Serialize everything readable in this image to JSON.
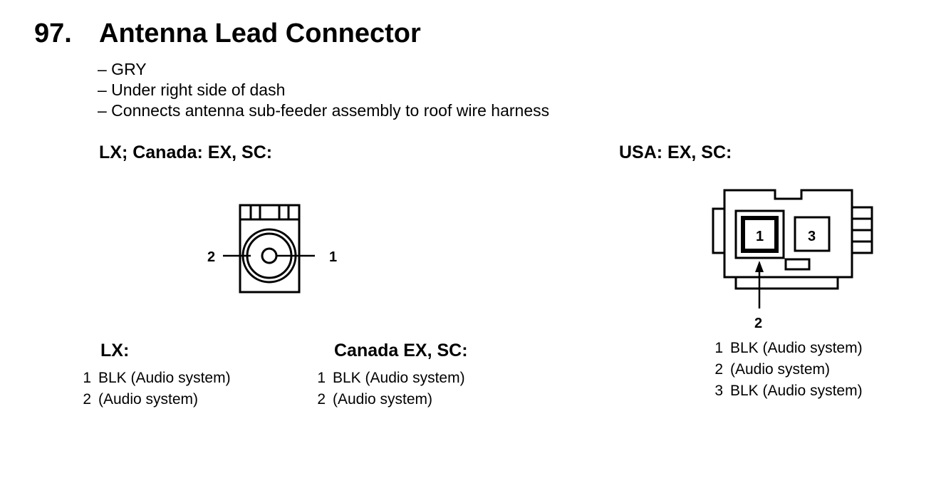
{
  "heading": {
    "number": "97.",
    "title": "Antenna Lead Connector"
  },
  "bullets": [
    "– GRY",
    "– Under right side of dash",
    "– Connects antenna sub-feeder assembly to roof wire harness"
  ],
  "sections": {
    "left_title": "LX; Canada: EX, SC:",
    "right_title": "USA: EX, SC:"
  },
  "left_connector": {
    "pin_left_label": "2",
    "pin_right_label": "1"
  },
  "right_connector": {
    "cavity_1": "1",
    "cavity_3": "3",
    "arrow_label": "2"
  },
  "pinouts": {
    "lx": {
      "title": "LX:",
      "pins": [
        {
          "num": "1",
          "desc": "BLK (Audio system)"
        },
        {
          "num": "2",
          "desc": "(Audio system)"
        }
      ]
    },
    "canada": {
      "title": "Canada EX, SC:",
      "pins": [
        {
          "num": "1",
          "desc": "BLK (Audio system)"
        },
        {
          "num": "2",
          "desc": "(Audio system)"
        }
      ]
    },
    "usa": {
      "pins": [
        {
          "num": "1",
          "desc": "BLK (Audio system)"
        },
        {
          "num": "2",
          "desc": "(Audio system)"
        },
        {
          "num": "3",
          "desc": "BLK (Audio system)"
        }
      ]
    }
  }
}
